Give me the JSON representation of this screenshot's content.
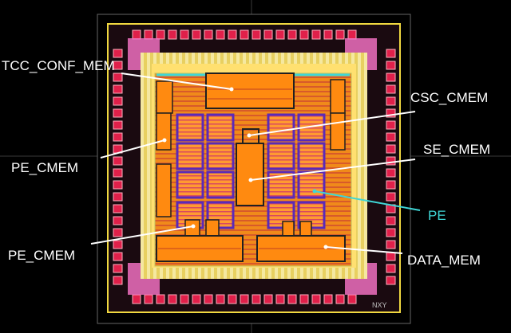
{
  "labels": {
    "tcc_conf_mem": "TCC_CONF_MEM",
    "csc_cmem": "CSC_CMEM",
    "pe_cmem_top": "PE_CMEM",
    "se_cmem": "SE_CMEM",
    "pe": "PE",
    "pe_cmem_bottom": "PE_CMEM",
    "data_mem": "DATA_MEM"
  },
  "corner_tag": "NXY",
  "colors": {
    "background": "#000000",
    "pad_red": "#e0204a",
    "io_ring": "#f0d840",
    "core_orange": "#f08a1a",
    "memory_block": "#ff8a10",
    "pe_outline": "#5a2ab8",
    "pe_fill": "#ff9a30",
    "pink_corner": "#f070c0",
    "annotation_line": "#ffffff",
    "pe_annotation": "#3fd6d6"
  }
}
